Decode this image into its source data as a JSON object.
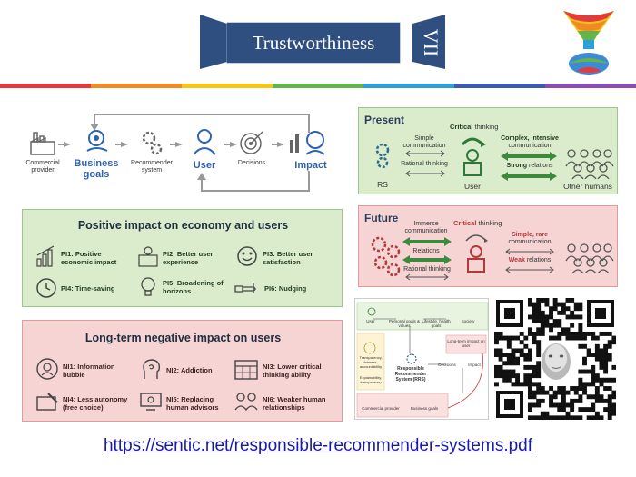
{
  "title": {
    "text": "Trustworthiness",
    "numeral": "VII"
  },
  "rainbow": [
    "#e33b3b",
    "#f08a24",
    "#f5c518",
    "#63b44a",
    "#2f9fd8",
    "#3d5ab0",
    "#8a4fb2"
  ],
  "flow": {
    "nodes": [
      "Commercial provider",
      "Business goals",
      "Recommender system",
      "User",
      "Decisions",
      "Impact"
    ]
  },
  "positive": {
    "title": "Positive impact on economy and users",
    "items": [
      "PI1: Positive economic impact",
      "PI2: Better user experience",
      "PI3: Better user satisfaction",
      "PI4: Time-saving",
      "PI5: Broadening of horizons",
      "PI6: Nudging"
    ]
  },
  "negative": {
    "title": "Long-term negative impact on users",
    "items": [
      "NI1: Information bubble",
      "NI2: Addiction",
      "NI3: Lower critical thinking ability",
      "NI4: Less autonomy (free choice)",
      "NI5: Replacing human advisors",
      "NI6: Weaker human relationships"
    ]
  },
  "present": {
    "title": "Present",
    "critical_a": "Critical",
    "critical_b": " thinking",
    "simple_comm": "Simple communication",
    "rational": "Rational thinking",
    "complex_comm_a": "Complex, intensive",
    "complex_comm_b": "communication",
    "strong_a": "Strong",
    "strong_b": " relations",
    "rs": "RS",
    "user": "User",
    "others": "Other humans"
  },
  "future": {
    "title": "Future",
    "immerse": "Immerse communication",
    "critical_a": "Critical",
    "critical_b": " thinking",
    "relations": "Relations",
    "rational": "Rational thinking",
    "simple_rare_a": "Simple, rare",
    "simple_rare_b": "communication",
    "weak_a": "Weak",
    "weak_b": " relations"
  },
  "rrs": {
    "center": "Responsible Recommender System (RRS)",
    "user": "User",
    "society": "Society",
    "decisions": "Decisions",
    "impact": "Impact",
    "transparency": "Transparency, fairness, accountability",
    "explainability": "Explainability, transparency",
    "provider": "Commercial provider",
    "business": "Business goals",
    "longterm": "Long-term impact on user",
    "personal": "Personal goals & values",
    "lifestyle": "Lifestyle, health goals"
  },
  "link": "https://sentic.net/responsible-recommender-systems.pdf"
}
